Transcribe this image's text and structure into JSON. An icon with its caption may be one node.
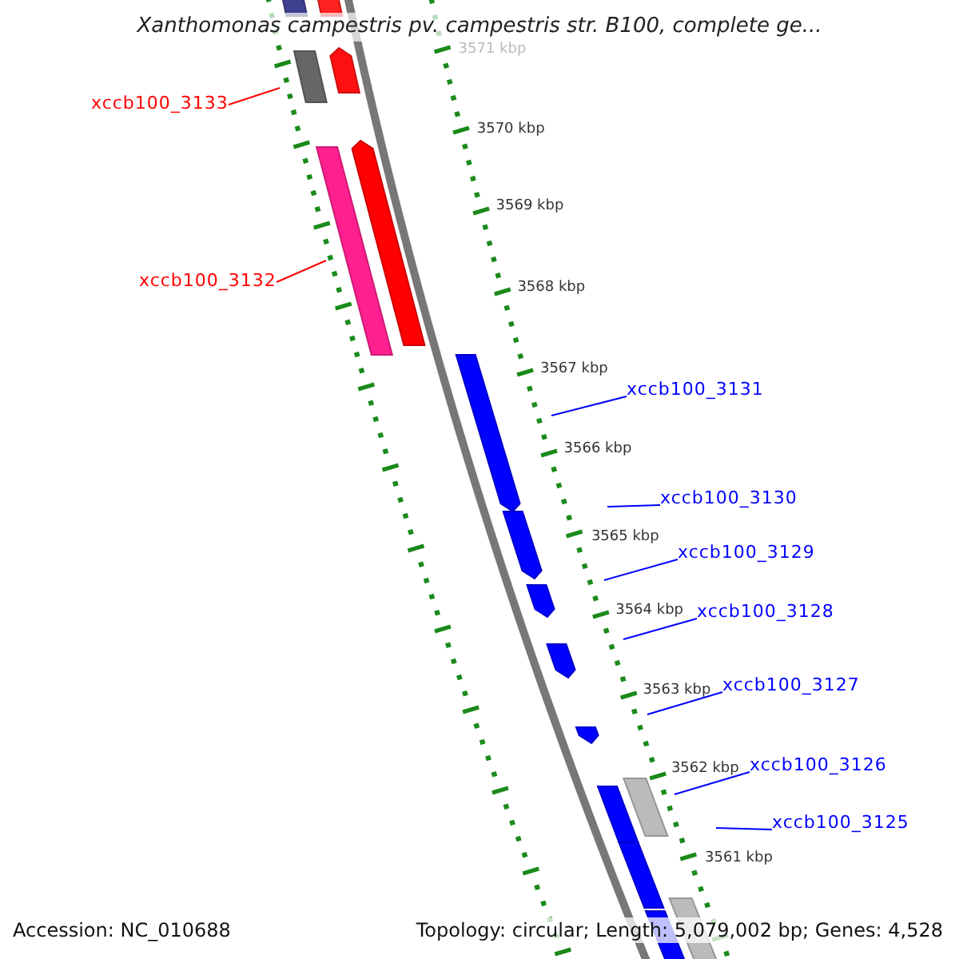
{
  "diagram": {
    "title": "Xanthomonas campestris pv. campestris str. B100, complete ge...",
    "nodes": [
      {
        "text": [
          "xccb100_3133"
        ]
      },
      {
        "text": [
          "xccb100_3132"
        ]
      },
      {
        "text": [
          "xccb100_3131"
        ]
      },
      {
        "text": [
          "xccb100_3130"
        ]
      },
      {
        "text": [
          "xccb100_3129"
        ]
      },
      {
        "text": [
          "xccb100_3128"
        ]
      },
      {
        "text": [
          "xccb100_3127"
        ]
      },
      {
        "text": [
          "xccb100_3126"
        ]
      },
      {
        "text": [
          "xccb100_3125"
        ]
      }
    ],
    "edges": [
      {
        "from": 0,
        "to": null,
        "arrow": "none",
        "color": "#ff0000"
      },
      {
        "from": 1,
        "to": null,
        "arrow": "none",
        "color": "#ff0000"
      },
      {
        "from": 2,
        "to": null,
        "arrow": "none"
      },
      {
        "from": 3,
        "to": null,
        "arrow": "none"
      },
      {
        "from": 4,
        "to": null,
        "arrow": "none"
      },
      {
        "from": 5,
        "to": null,
        "arrow": "none"
      },
      {
        "from": 6,
        "to": null,
        "arrow": "none"
      },
      {
        "from": 7,
        "to": null,
        "arrow": "none"
      },
      {
        "from": 8,
        "to": null,
        "arrow": "none"
      }
    ],
    "labels": [
      "3571 kbp",
      "3570 kbp",
      "3569 kbp",
      "3568 kbp",
      "3567 kbp",
      "3566 kbp",
      "3565 kbp",
      "3564 kbp",
      "3563 kbp",
      "3562 kbp",
      "3561 kbp",
      "Accession: NC_010688",
      "Topology: circular; Length: 5,079,002 bp; Genes: 4,528"
    ]
  }
}
